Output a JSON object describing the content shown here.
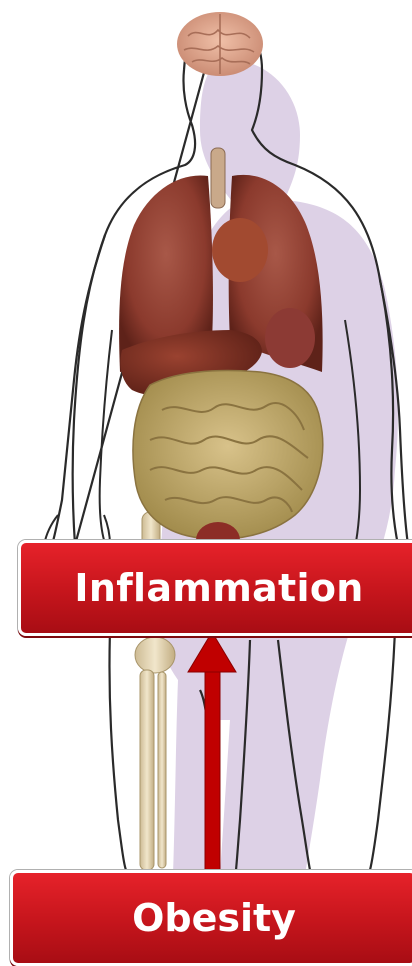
{
  "labels": {
    "inflammation": "Inflammation",
    "obesity": "Obesity"
  },
  "colors": {
    "box_red": "#d01a21",
    "arrow_red": "#c00000",
    "body_shadow": "#dcd0e4",
    "organ_brown": "#8b3a2a",
    "intestine_tan": "#c8b06a"
  },
  "arrow": {
    "from": "obesity",
    "to": "inflammation"
  }
}
